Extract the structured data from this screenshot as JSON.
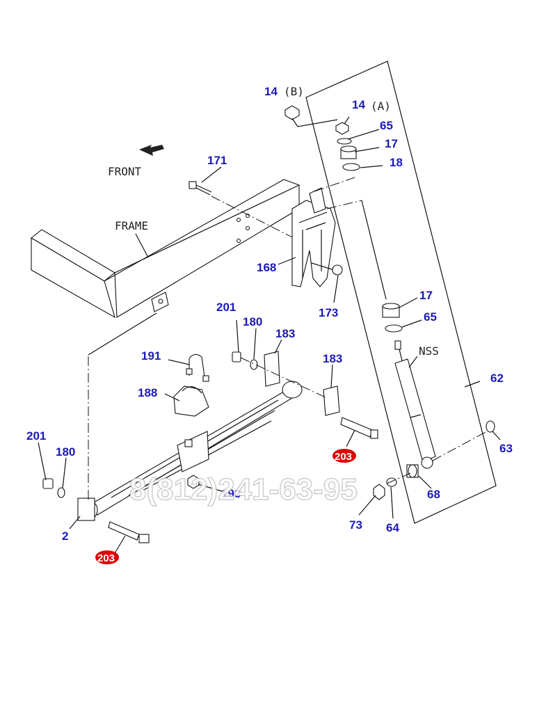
{
  "labels": {
    "front": "FRONT",
    "frame": "FRAME",
    "nss": "NSS",
    "variant_a": "(A)",
    "variant_b": "(B)"
  },
  "part_numbers": {
    "p14_b": "14",
    "p14_a": "14",
    "p65_top": "65",
    "p17_top": "17",
    "p18": "18",
    "p171": "171",
    "p168": "168",
    "p173": "173",
    "p17_mid": "17",
    "p65_mid": "65",
    "p62": "62",
    "p63": "63",
    "p68": "68",
    "p64": "64",
    "p73": "73",
    "p201_top": "201",
    "p180_top": "180",
    "p183_left": "183",
    "p183_right": "183",
    "p191": "191",
    "p188": "188",
    "p193": "193",
    "p201_left": "201",
    "p180_left": "180",
    "p2": "2",
    "p203_right": "203",
    "p203_left": "203"
  },
  "watermark": "8(812)241-63-95",
  "colors": {
    "part_number": "#1a1ab8",
    "highlight_badge": "#e00000",
    "line": "#111111"
  }
}
